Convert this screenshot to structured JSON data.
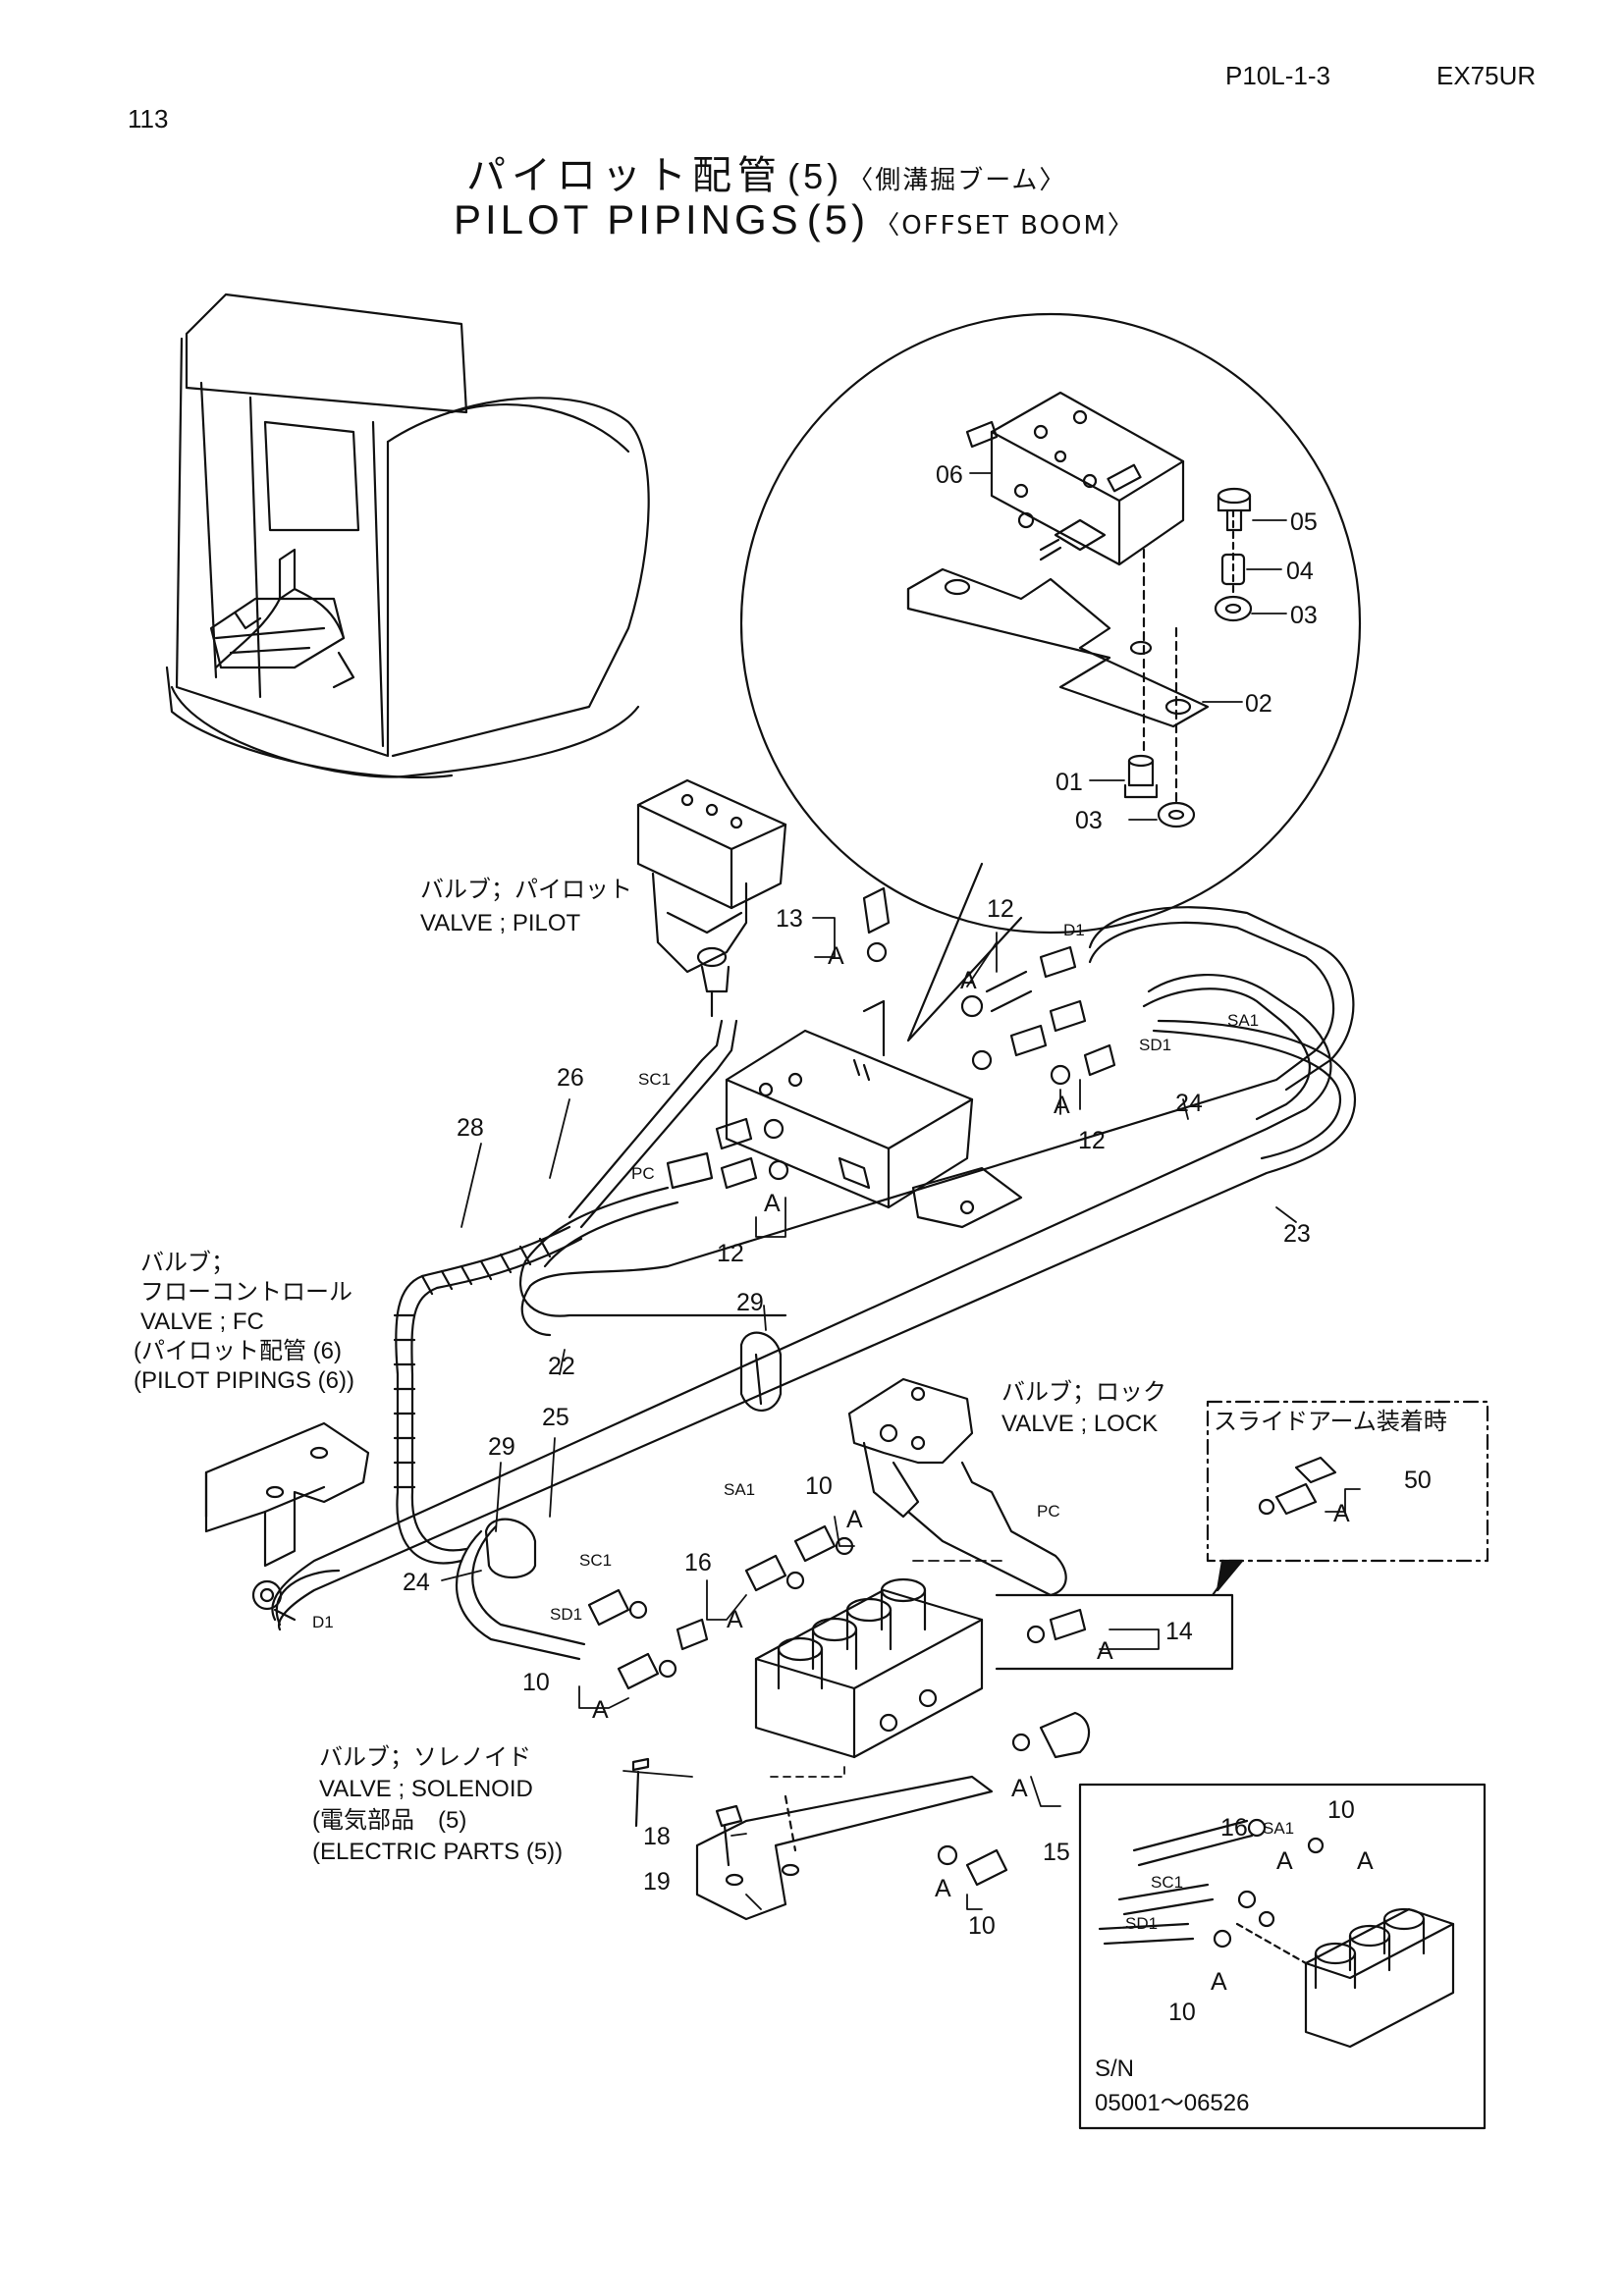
{
  "header": {
    "page_number": "113",
    "doc_code": "P10L-1-3",
    "model": "EX75UR"
  },
  "title": {
    "ja_main": "パイロット配管",
    "ja_num": "(5)",
    "ja_sub": "〈側溝掘ブーム〉",
    "en_main": "PILOT PIPINGS",
    "en_num": "(5)",
    "en_sub": "〈OFFSET BOOM〉"
  },
  "labels": {
    "valve_pilot_ja": "バルブ；パイロット",
    "valve_pilot_en": "VALVE ; PILOT",
    "valve_fc_ja1": "バルブ；",
    "valve_fc_ja2": "フローコントロール",
    "valve_fc_en": "VALVE ; FC",
    "pilot_pipings6_ja": "パイロット配管 (6)",
    "pilot_pipings6_en": "PILOT PIPINGS (6)",
    "valve_lock_ja": "バルブ；ロック",
    "valve_lock_en": "VALVE ; LOCK",
    "slide_arm": "スライドアーム装着時",
    "valve_solenoid_ja": "バルブ；ソレノイド",
    "valve_solenoid_en": "VALVE ; SOLENOID",
    "electric_ja": "電気部品　(5)",
    "electric_en": "ELECTRIC PARTS (5)",
    "sn_label": "S/N",
    "sn_range": "05001～06526"
  },
  "port_tags": {
    "d1_top": "D1",
    "sa1_top": "SA1",
    "sd1_top": "SD1",
    "sc1_top": "SC1",
    "pc_top": "PC",
    "sa1_mid": "SA1",
    "sc1_mid": "SC1",
    "sd1_mid": "SD1",
    "pc_mid": "PC",
    "d1_low": "D1",
    "sa1_inset": "SA1",
    "sc1_inset": "SC1",
    "sd1_inset": "SD1",
    "a": "A"
  },
  "callouts": {
    "p06": "06",
    "p05": "05",
    "p04": "04",
    "p03a": "03",
    "p02": "02",
    "p01": "01",
    "p03b": "03",
    "p13": "13",
    "p12a": "12",
    "p12b": "12",
    "p12c": "12",
    "p26": "26",
    "p28": "28",
    "p24a": "24",
    "p23": "23",
    "p22": "22",
    "p29a": "29",
    "p29b": "29",
    "p25": "25",
    "p24b": "24",
    "p10a": "10",
    "p10b": "10",
    "p10c": "10",
    "p16": "16",
    "p14": "14",
    "p50": "50",
    "p15": "15",
    "p18": "18",
    "p19": "19",
    "p16i": "16",
    "p10i1": "10",
    "p10i2": "10"
  }
}
